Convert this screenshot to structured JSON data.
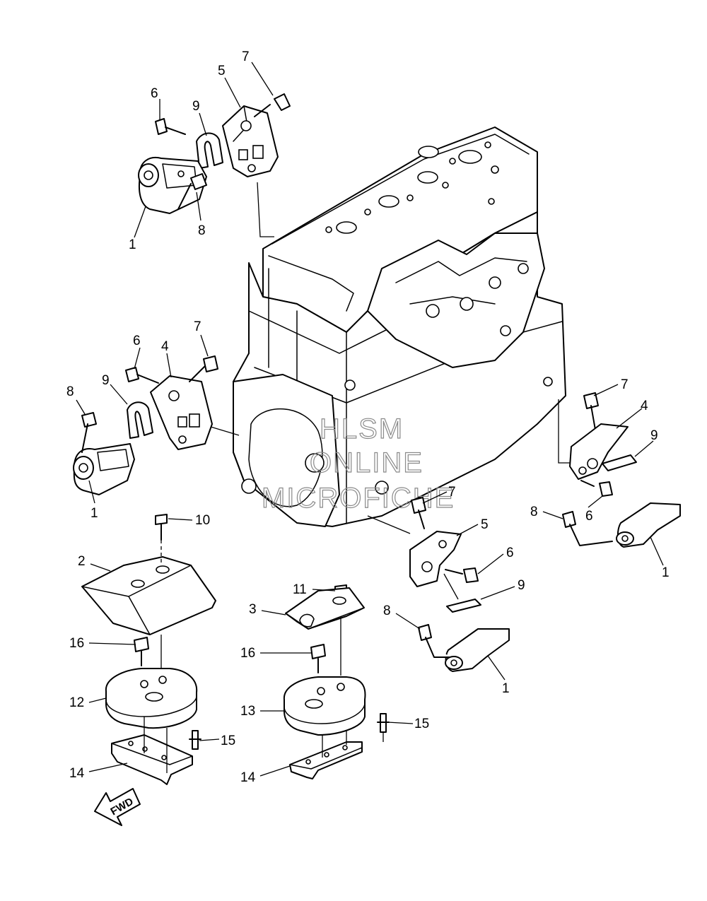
{
  "callouts": [
    {
      "id": "c-7a",
      "text": "7"
    },
    {
      "id": "c-5a",
      "text": "5"
    },
    {
      "id": "c-6a",
      "text": "6"
    },
    {
      "id": "c-9a",
      "text": "9"
    },
    {
      "id": "c-1a",
      "text": "1"
    },
    {
      "id": "c-8a",
      "text": "8"
    },
    {
      "id": "c-6b",
      "text": "6"
    },
    {
      "id": "c-4b",
      "text": "4"
    },
    {
      "id": "c-7b",
      "text": "7"
    },
    {
      "id": "c-8b",
      "text": "8"
    },
    {
      "id": "c-9b",
      "text": "9"
    },
    {
      "id": "c-1b",
      "text": "1"
    },
    {
      "id": "c-7c",
      "text": "7"
    },
    {
      "id": "c-4c",
      "text": "4"
    },
    {
      "id": "c-9c",
      "text": "9"
    },
    {
      "id": "c-8c",
      "text": "8"
    },
    {
      "id": "c-6c",
      "text": "6"
    },
    {
      "id": "c-1c",
      "text": "1"
    },
    {
      "id": "c-7d",
      "text": "7"
    },
    {
      "id": "c-5d",
      "text": "5"
    },
    {
      "id": "c-6d",
      "text": "6"
    },
    {
      "id": "c-9d",
      "text": "9"
    },
    {
      "id": "c-8d",
      "text": "8"
    },
    {
      "id": "c-1d",
      "text": "1"
    },
    {
      "id": "c-10",
      "text": "10"
    },
    {
      "id": "c-2",
      "text": "2"
    },
    {
      "id": "c-16a",
      "text": "16"
    },
    {
      "id": "c-12",
      "text": "12"
    },
    {
      "id": "c-15a",
      "text": "15"
    },
    {
      "id": "c-14a",
      "text": "14"
    },
    {
      "id": "c-11",
      "text": "11"
    },
    {
      "id": "c-3",
      "text": "3"
    },
    {
      "id": "c-16b",
      "text": "16"
    },
    {
      "id": "c-13",
      "text": "13"
    },
    {
      "id": "c-15b",
      "text": "15"
    },
    {
      "id": "c-14b",
      "text": "14"
    }
  ],
  "watermark": {
    "line1": "HLSM",
    "line2": "ONLINE",
    "line3": "MICROFICHE"
  },
  "fwd_label": "FWD"
}
